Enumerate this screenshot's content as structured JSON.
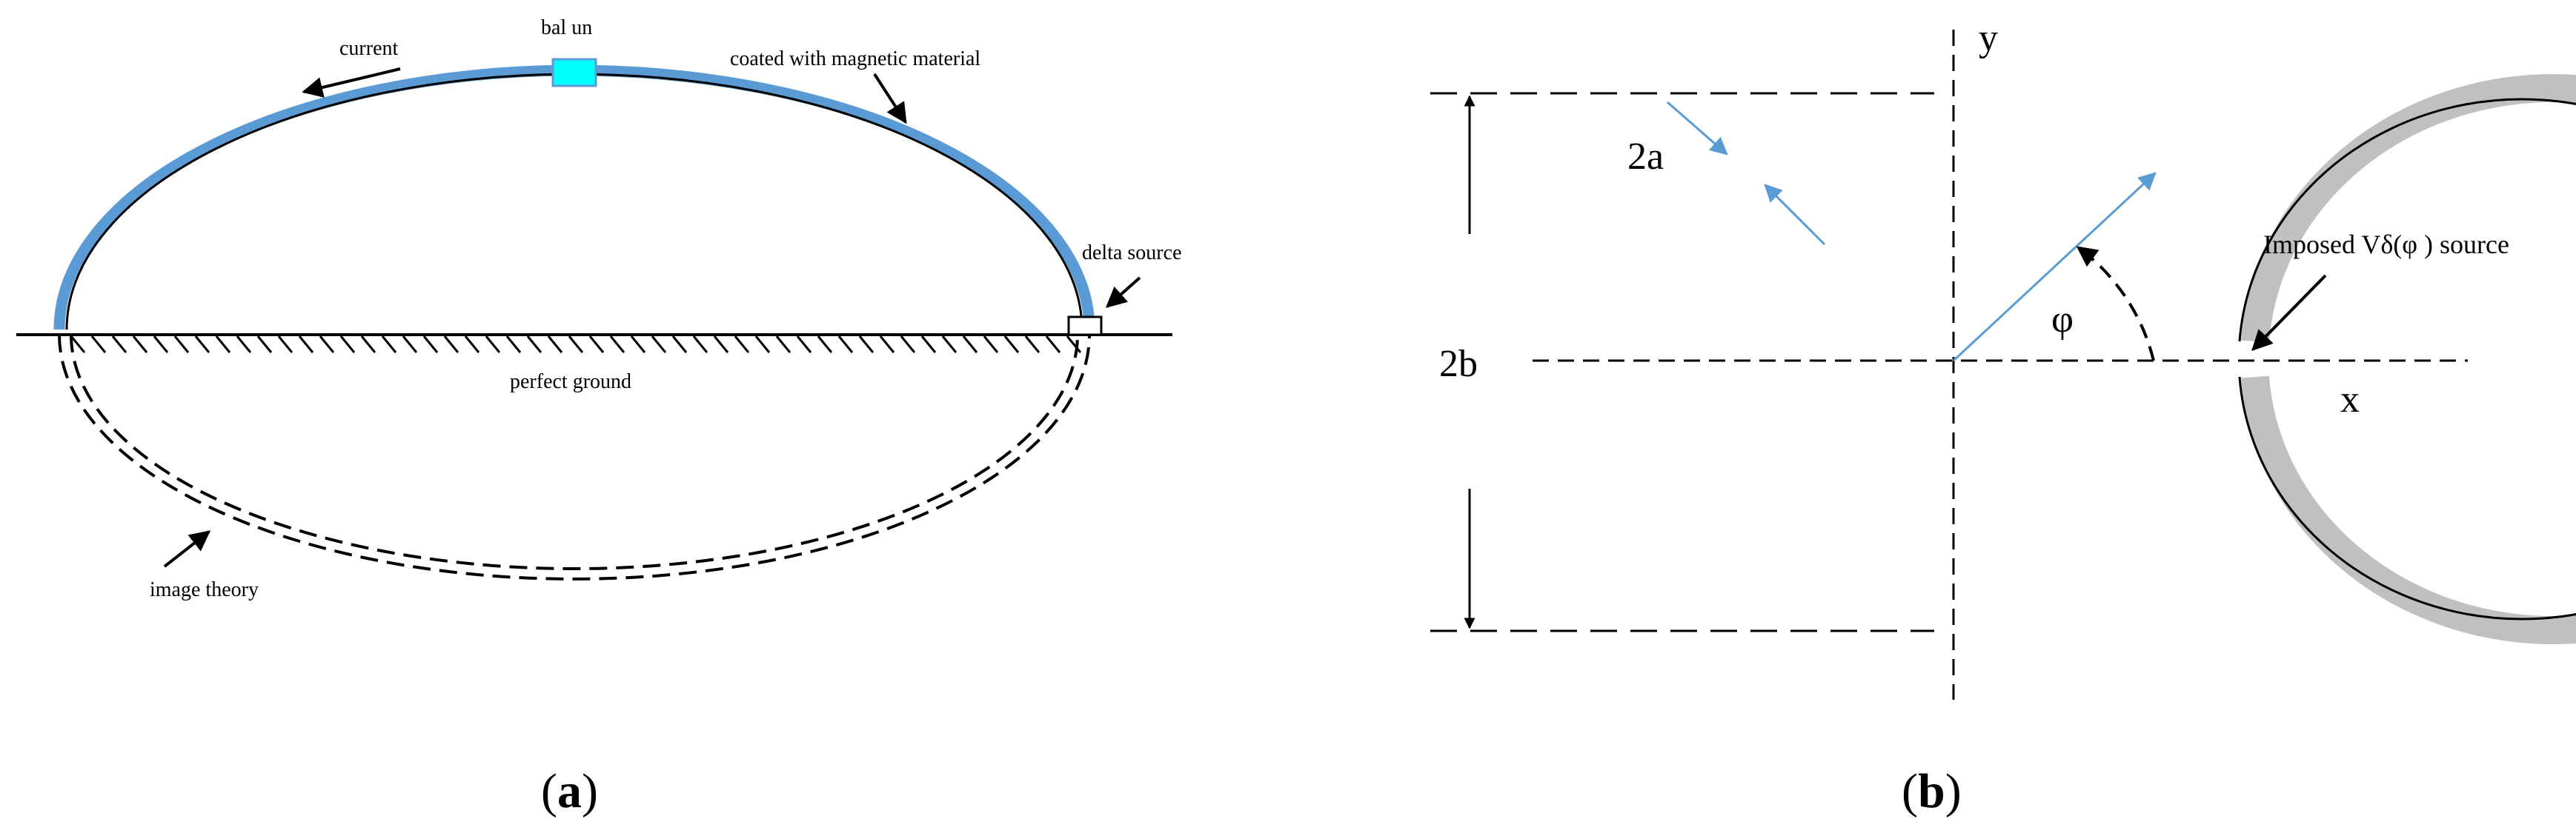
{
  "panel_a": {
    "labels": {
      "current": "current",
      "balun": "bal un",
      "coated": "coated with magnetic material",
      "delta_source": "delta source",
      "perfect_ground": "perfect ground",
      "image_theory": "image theory"
    },
    "caption": {
      "open": "(",
      "letter": "a",
      "close": ")"
    },
    "colors": {
      "coating": "#5b9bd5",
      "balun_fill": "#00ffff",
      "wire": "#000000"
    }
  },
  "panel_b": {
    "labels": {
      "y_axis": "y",
      "x_axis": "x",
      "wire_radius": "2a",
      "loop_size": "2b",
      "angle": "φ",
      "source": "Imposed  Vδ(φ ) source"
    },
    "caption": {
      "open": "(",
      "letter": "b",
      "close": ")"
    },
    "colors": {
      "coating": "#c0c0c0",
      "radius_arrow": "#5b9bd5",
      "wire": "#000000"
    }
  }
}
